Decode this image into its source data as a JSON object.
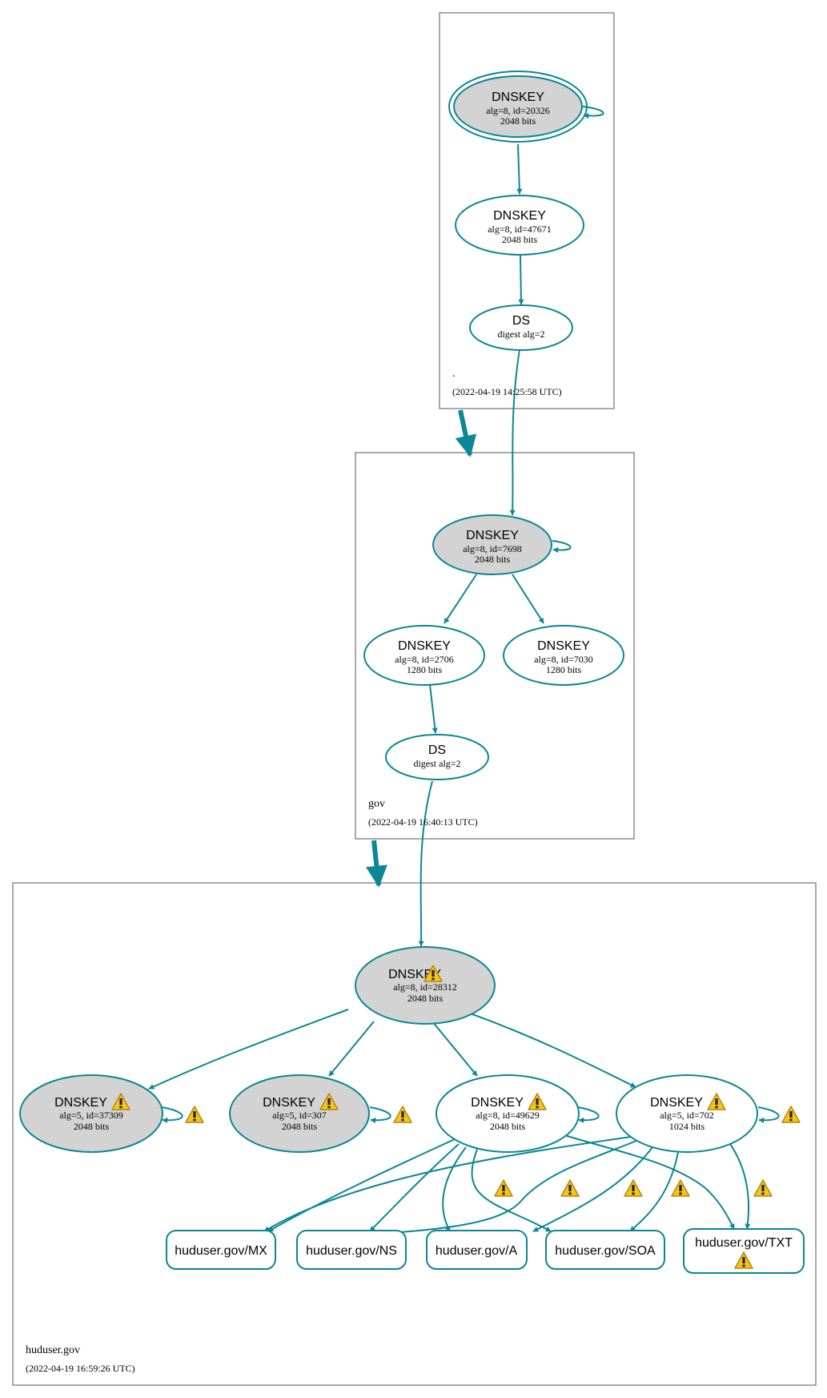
{
  "colors": {
    "edge": "#0b8795",
    "node_fill_ksk": "#d3d3d3",
    "node_fill": "#ffffff",
    "warning_fill": "#f5c518",
    "zone_border": "#555555"
  },
  "icons": {
    "warning": "warning-icon"
  },
  "zones": {
    "root": {
      "name": ".",
      "timestamp": "(2022-04-19 14:25:58 UTC)"
    },
    "gov": {
      "name": "gov",
      "timestamp": "(2022-04-19 16:40:13 UTC)"
    },
    "huduser": {
      "name": "huduser.gov",
      "timestamp": "(2022-04-19 16:59:26 UTC)"
    }
  },
  "nodes": {
    "root_ksk": {
      "title": "DNSKEY",
      "line1": "alg=8, id=20326",
      "line2": "2048 bits"
    },
    "root_zsk": {
      "title": "DNSKEY",
      "line1": "alg=8, id=47671",
      "line2": "2048 bits"
    },
    "root_ds": {
      "title": "DS",
      "line1": "digest alg=2"
    },
    "gov_ksk": {
      "title": "DNSKEY",
      "line1": "alg=8, id=7698",
      "line2": "2048 bits"
    },
    "gov_zsk1": {
      "title": "DNSKEY",
      "line1": "alg=8, id=2706",
      "line2": "1280 bits"
    },
    "gov_zsk2": {
      "title": "DNSKEY",
      "line1": "alg=8, id=7030",
      "line2": "1280 bits"
    },
    "gov_ds": {
      "title": "DS",
      "line1": "digest alg=2"
    },
    "hud_ksk": {
      "title": "DNSKEY",
      "line1": "alg=8, id=28312",
      "line2": "2048 bits"
    },
    "hud_k37309": {
      "title": "DNSKEY",
      "line1": "alg=5, id=37309",
      "line2": "2048 bits"
    },
    "hud_k307": {
      "title": "DNSKEY",
      "line1": "alg=5, id=307",
      "line2": "2048 bits"
    },
    "hud_k49629": {
      "title": "DNSKEY",
      "line1": "alg=8, id=49629",
      "line2": "2048 bits"
    },
    "hud_k702": {
      "title": "DNSKEY",
      "line1": "alg=5, id=702",
      "line2": "1024 bits"
    }
  },
  "records": {
    "mx": "huduser.gov/MX",
    "ns": "huduser.gov/NS",
    "a": "huduser.gov/A",
    "soa": "huduser.gov/SOA",
    "txt": "huduser.gov/TXT"
  }
}
